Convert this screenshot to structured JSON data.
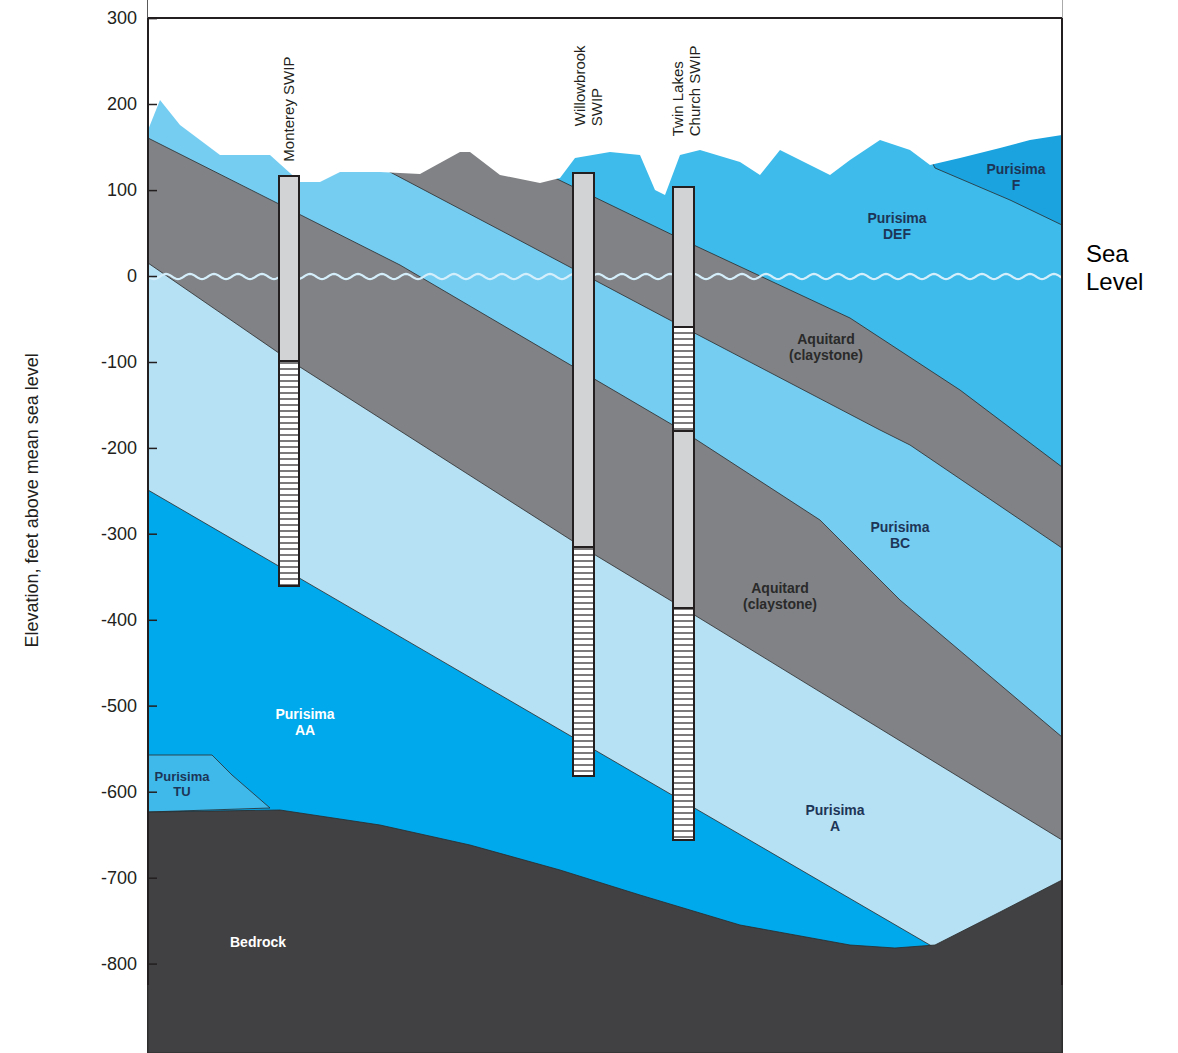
{
  "diagram": {
    "labels": [
      "Monterey SWIP",
      "Willowbrook SWIP",
      "Twin Lakes Church SWIP",
      "Purisima F",
      "Purisima DEF",
      "Aquitard (claystone)",
      "Purisima BC",
      "Aquitard (claystone)",
      "Purisima A",
      "Purisima AA",
      "Purisima TU",
      "Bedrock",
      "Sea Level",
      "300",
      "200",
      "100",
      "0",
      "-100",
      "-200",
      "-300",
      "-400",
      "-500",
      "-600",
      "-700",
      "-800",
      "Elevation, feet above mean sea level"
    ]
  }
}
